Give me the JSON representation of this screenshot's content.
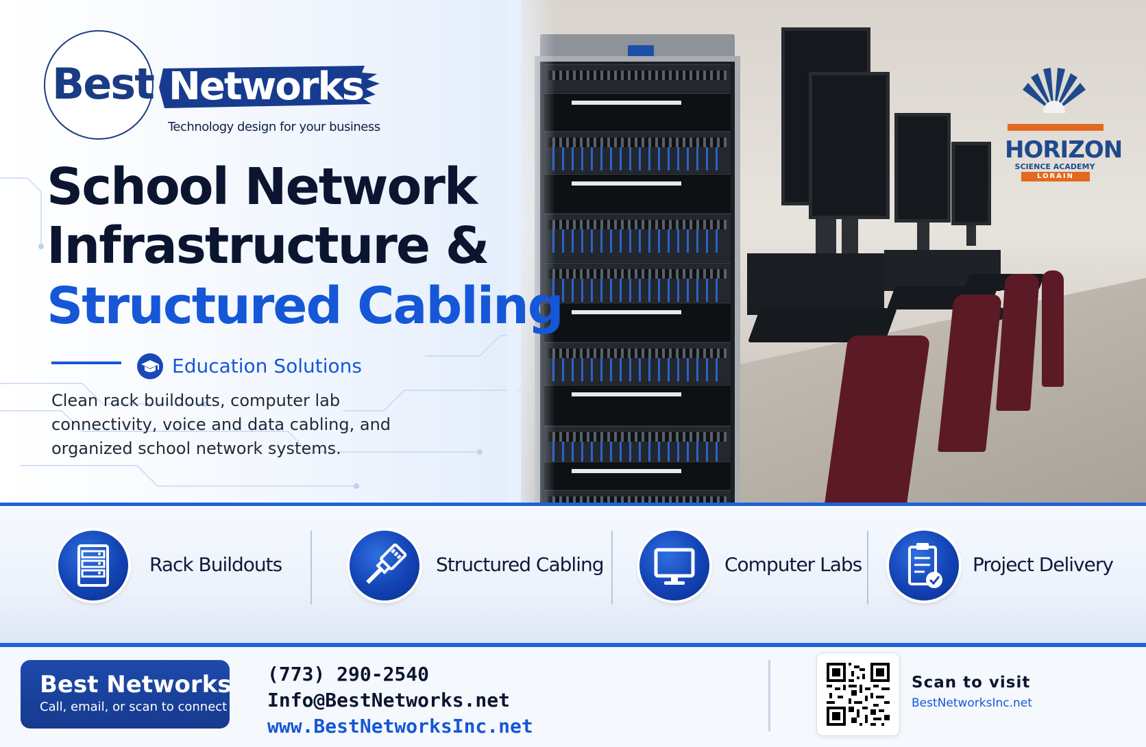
{
  "brand": {
    "best": "Best",
    "networks": "Networks",
    "tagline": "Technology design for your business"
  },
  "hero": {
    "line1": "School Network",
    "line2": "Infrastructure &",
    "line3": "Structured Cabling",
    "subheading": "Education Solutions",
    "description": "Clean rack buildouts, computer lab connectivity, voice and data cabling, and organized school network systems.",
    "photo_sign": {
      "name": "HORIZON",
      "sub": "SCIENCE ACADEMY",
      "location": "LORAIN"
    }
  },
  "features": [
    {
      "label": "Rack Buildouts",
      "icon": "server-rack-icon"
    },
    {
      "label": "Structured Cabling",
      "icon": "ethernet-cable-icon"
    },
    {
      "label": "Computer Labs",
      "icon": "monitor-icon"
    },
    {
      "label": "Project Delivery",
      "icon": "clipboard-check-icon"
    }
  ],
  "footer": {
    "pill_title": "Best Networks Inc",
    "pill_subtitle": "Call, email, or scan to connect",
    "phone": "(773) 290-2540",
    "email": "Info@BestNetworks.net",
    "website": "www.BestNetworksInc.net",
    "scan_title": "Scan to visit",
    "scan_url": "BestNetworksInc.net"
  },
  "colors": {
    "brand_navy": "#1a3c84",
    "accent_blue": "#1557d6",
    "headline_dark": "#0b1530"
  }
}
